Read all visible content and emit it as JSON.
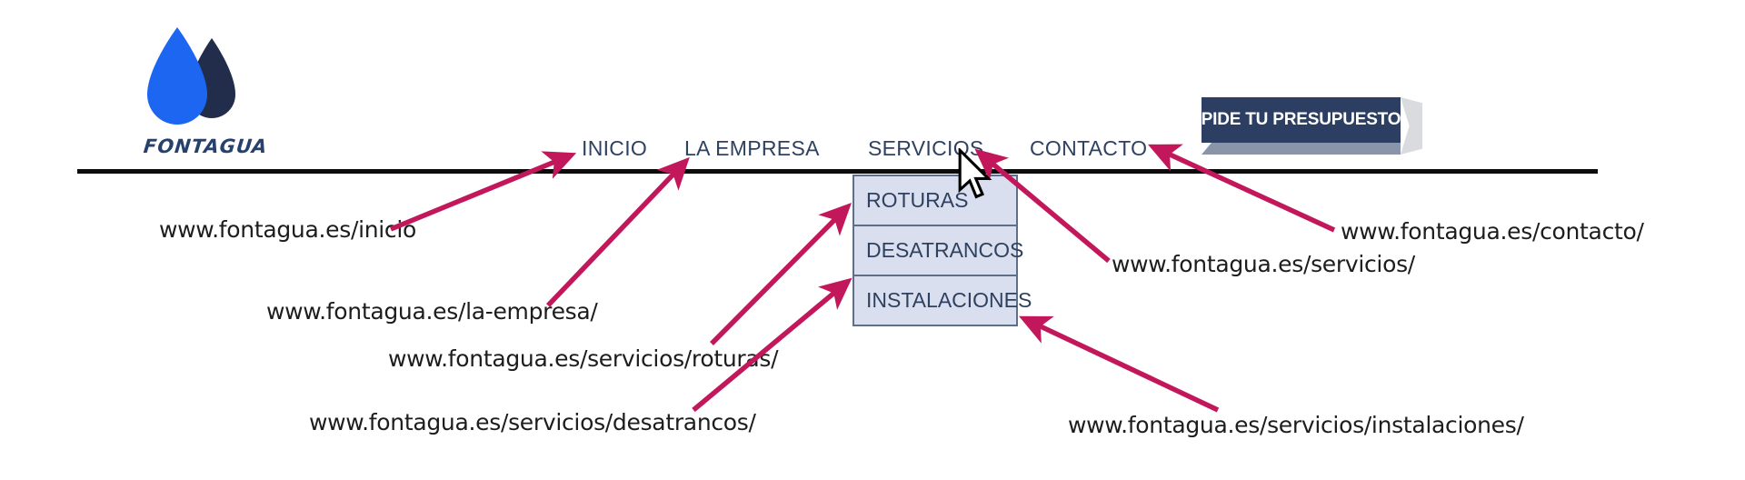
{
  "brand": {
    "name": "FONTAGUA"
  },
  "nav": {
    "items": [
      {
        "label": "INICIO"
      },
      {
        "label": "LA EMPRESA"
      },
      {
        "label": "SERVICIOS"
      },
      {
        "label": "CONTACTO"
      }
    ]
  },
  "cta": {
    "label": "PIDE TU PRESUPUESTO"
  },
  "dropdown": {
    "items": [
      "ROTURAS",
      "DESATRANCOS",
      "INSTALACIONES"
    ]
  },
  "annotations": {
    "items": [
      {
        "id": "inicio",
        "url": "www.fontagua.es/inicio"
      },
      {
        "id": "la-empresa",
        "url": "www.fontagua.es/la-empresa/"
      },
      {
        "id": "roturas",
        "url": "www.fontagua.es/servicios/roturas/"
      },
      {
        "id": "desatrancos",
        "url": "www.fontagua.es/servicios/desatrancos/"
      },
      {
        "id": "servicios",
        "url": "www.fontagua.es/servicios/"
      },
      {
        "id": "contacto",
        "url": "www.fontagua.es/contacto/"
      },
      {
        "id": "instalaciones",
        "url": "www.fontagua.es/servicios/instalaciones/"
      }
    ]
  },
  "colors": {
    "arrow_accent": "#c2185b",
    "nav_navy": "#2f4160",
    "logo_blue": "#1c66f2",
    "logo_dark_navy": "#212d4b",
    "dropdown_bg": "#d9dfee",
    "dropdown_border": "#5f6e89",
    "cta_bg": "#2c3f63",
    "header_rule": "#0c0c0c"
  }
}
